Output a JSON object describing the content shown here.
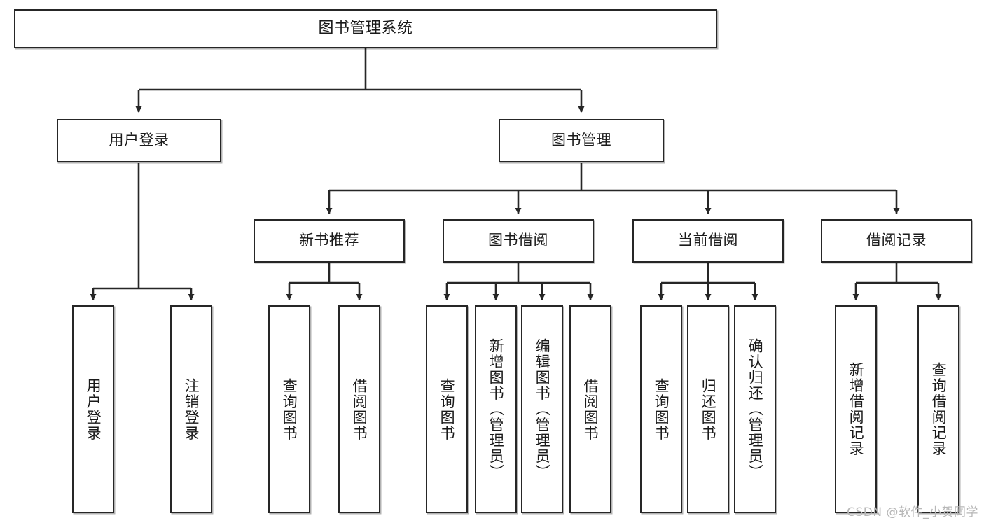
{
  "diagram": {
    "title": "图书管理系统",
    "type": "tree-hierarchy-chart",
    "colors": {
      "box_border": "#262626",
      "box_fill": "#ffffff",
      "edge": "#262626",
      "text": "#1a1a1a",
      "watermark": "#b7b7b7",
      "background": "#ffffff"
    },
    "levels": {
      "root": "图书管理系统",
      "level2": [
        "用户登录",
        "图书管理"
      ],
      "level3": [
        "新书推荐",
        "图书借阅",
        "当前借阅",
        "借阅记录"
      ]
    },
    "nodes": {
      "root": {
        "label": "图书管理系统"
      },
      "user_login": {
        "label": "用户登录"
      },
      "book_manage": {
        "label": "图书管理"
      },
      "new_book_rec": {
        "label": "新书推荐"
      },
      "book_borrow": {
        "label": "图书借阅"
      },
      "current_borrow": {
        "label": "当前借阅"
      },
      "borrow_record": {
        "label": "借阅记录"
      },
      "leaf_user_login": {
        "label": "用户登录"
      },
      "leaf_user_logout": {
        "label": "注销登录"
      },
      "leaf_query_book_a": {
        "label": "查询图书"
      },
      "leaf_borrow_book_a": {
        "label": "借阅图书"
      },
      "leaf_query_book_b": {
        "label": "查询图书"
      },
      "leaf_add_book": {
        "label": "新增图书（管理员）"
      },
      "leaf_edit_book": {
        "label": "编辑图书（管理员）"
      },
      "leaf_borrow_book_b": {
        "label": "借阅图书"
      },
      "leaf_query_book_c": {
        "label": "查询图书"
      },
      "leaf_return_book": {
        "label": "归还图书"
      },
      "leaf_confirm_return": {
        "label": "确认归还（管理员）"
      },
      "leaf_add_record": {
        "label": "新增借阅记录"
      },
      "leaf_query_record": {
        "label": "查询借阅记录"
      }
    },
    "watermark": "CSDN @软件_小贺同学"
  }
}
